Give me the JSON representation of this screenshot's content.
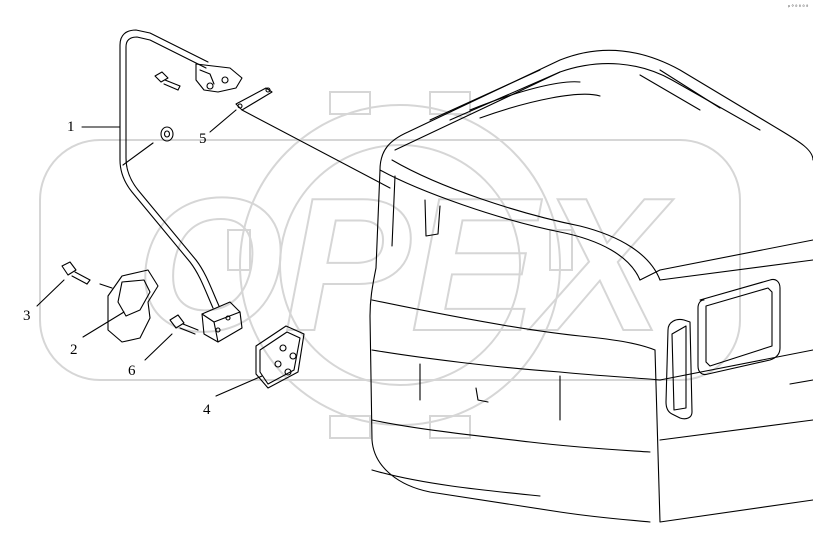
{
  "watermark": {
    "text": "OPEX",
    "color": "#d9d9d9"
  },
  "callouts": [
    {
      "id": "1",
      "label": "1"
    },
    {
      "id": "2",
      "label": "2"
    },
    {
      "id": "3",
      "label": "3"
    },
    {
      "id": "4",
      "label": "4"
    },
    {
      "id": "5",
      "label": "5"
    },
    {
      "id": "6",
      "label": "6"
    }
  ],
  "corner_mark": "ᵖ°⁰⁰⁰⁰",
  "colors": {
    "line": "#000000",
    "watermark": "#d9d9d9"
  }
}
